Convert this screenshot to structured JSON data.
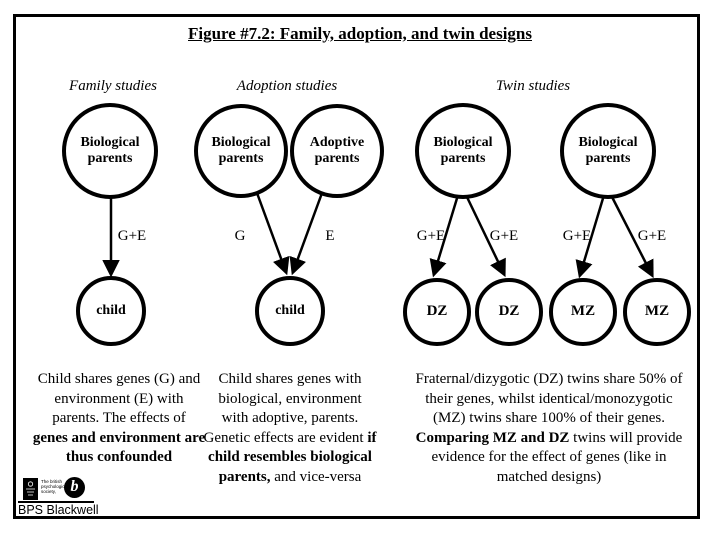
{
  "title": "Figure #7.2: Family, adoption, and twin designs",
  "sections": {
    "family": {
      "header": "Family studies"
    },
    "adoption": {
      "header": "Adoption studies"
    },
    "twin": {
      "header": "Twin studies"
    }
  },
  "nodes": {
    "family_bio_parents": "Biological parents",
    "adoption_bio_parents": "Biological parents",
    "adoption_adoptive_parents": "Adoptive parents",
    "twin1_bio_parents": "Biological parents",
    "twin2_bio_parents": "Biological parents",
    "family_child": "child",
    "adoption_child": "child",
    "dz1": "DZ",
    "dz2": "DZ",
    "mz1": "MZ",
    "mz2": "MZ"
  },
  "edges": {
    "family_ge": "G+E",
    "adoption_g": "G",
    "adoption_e": "E",
    "twin1_left": "G+E",
    "twin1_right": "G+E",
    "twin2_left": "G+E",
    "twin2_right": "G+E"
  },
  "notes": {
    "family": {
      "line1": "Child shares genes (G) and",
      "line2": "environment (E) with",
      "line3": "parents.  The effects of",
      "line4_bold": "genes and environment are",
      "line5_bold": "thus confounded"
    },
    "adoption": {
      "line1": "Child shares genes with",
      "line2": "biological, environment",
      "line3": "with adoptive, parents.",
      "line4_pre": "Genetic effects are evident ",
      "line4_bold": "if",
      "line5_bold": "child resembles biological",
      "line6_bold": "parents,",
      "line6_post": " and vice-versa"
    },
    "twin": {
      "line1": "Fraternal/dizygotic (DZ) twins share 50% of",
      "line2": "their genes, whilst identical/monozygotic",
      "line3": "(MZ) twins share 100% of their genes.",
      "line4_bold": "Comparing MZ and DZ",
      "line4_post": " twins will provide",
      "line5": "evidence for the effect of genes (like in",
      "line6": "matched designs)"
    }
  },
  "logo": {
    "society": "The british psychological society,",
    "b": "b",
    "wordmark": "BPS Blackwell"
  },
  "colors": {
    "ink": "#000000",
    "paper": "#ffffff"
  }
}
